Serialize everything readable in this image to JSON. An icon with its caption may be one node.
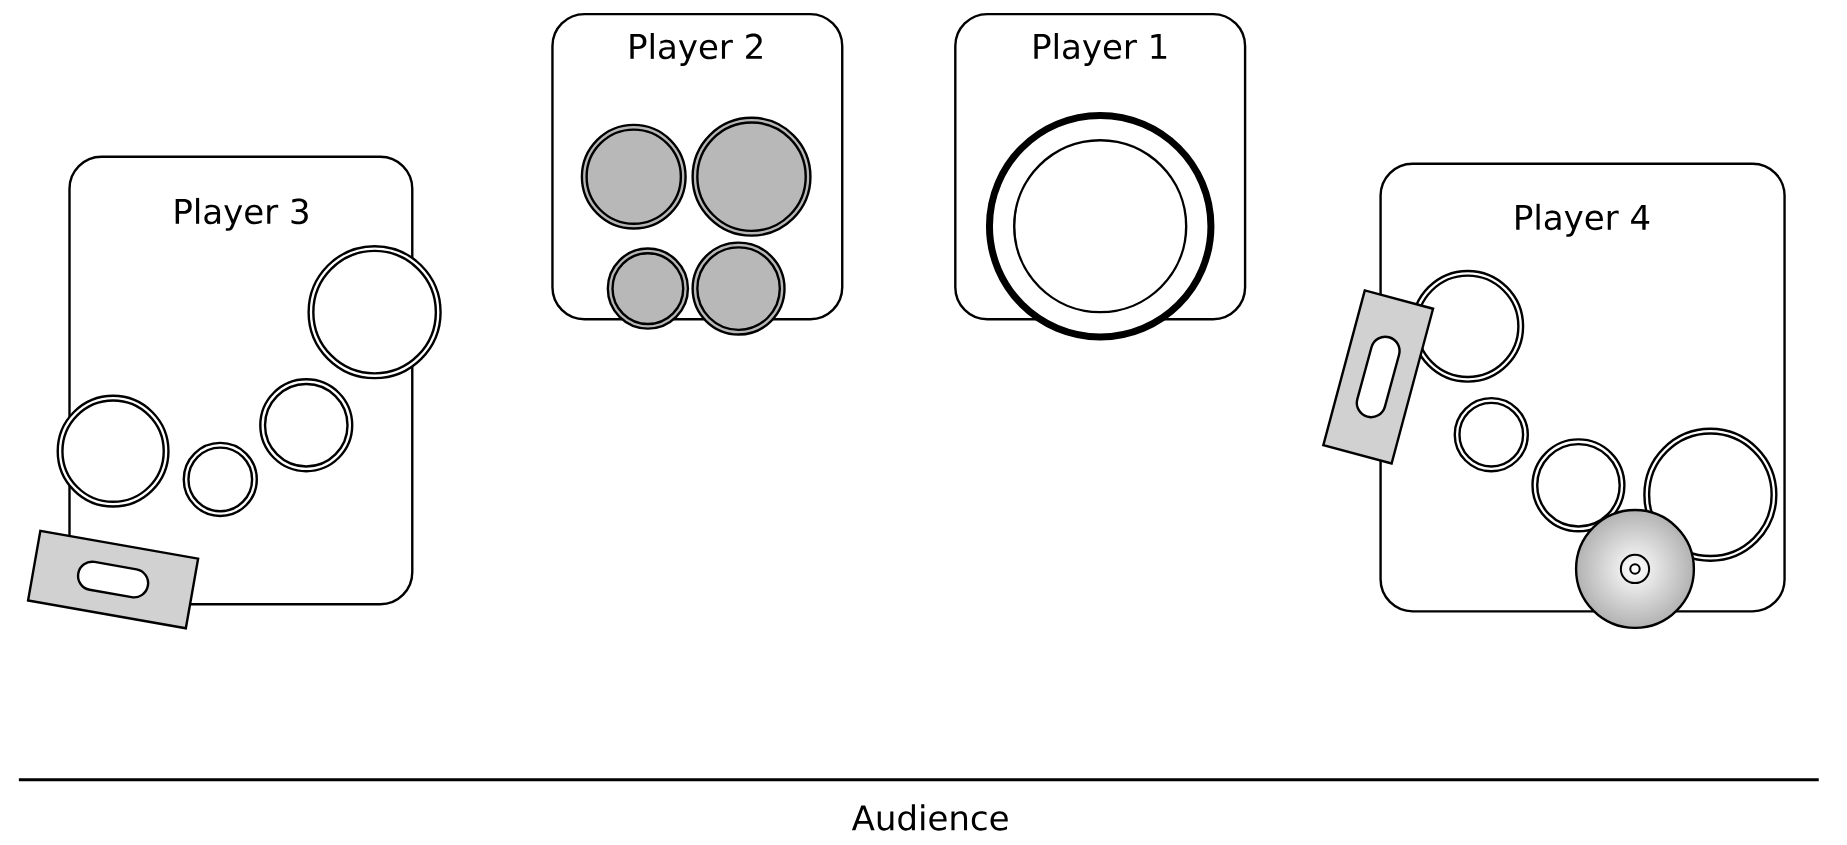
{
  "diagram": {
    "nodes": [
      {
        "text": [
          "Player 2"
        ]
      },
      {
        "text": [
          "Player 1"
        ]
      },
      {
        "text": [
          "Player 3"
        ]
      },
      {
        "text": [
          "Player 4"
        ]
      }
    ],
    "labels": [
      "Audience"
    ]
  }
}
